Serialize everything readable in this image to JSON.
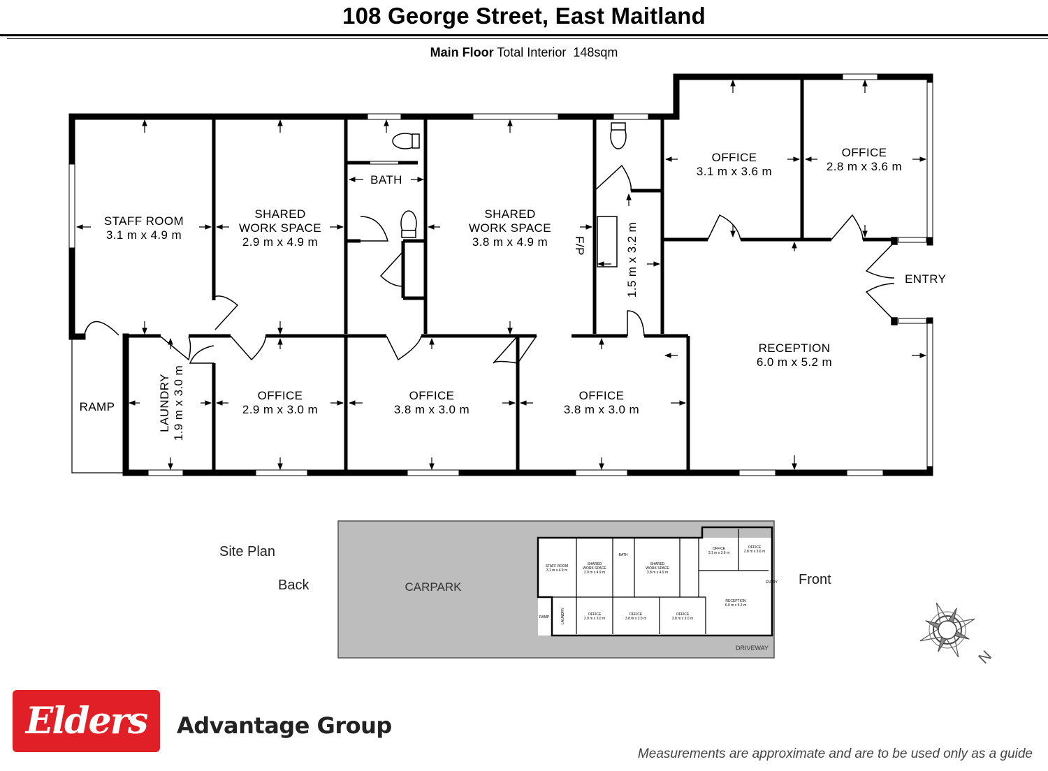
{
  "header": {
    "title": "108 George Street, East Maitland",
    "floor_label": "Main Floor",
    "interior_label": "Total Interior",
    "area": "148sqm"
  },
  "rooms": {
    "staff_room": {
      "name": "STAFF ROOM",
      "size": "3.1 m x 4.9 m"
    },
    "shared_work_1": {
      "name1": "SHARED",
      "name2": "WORK SPACE",
      "size": "2.9 m x 4.9 m"
    },
    "bath": {
      "name": "BATH"
    },
    "shared_work_2": {
      "name1": "SHARED",
      "name2": "WORK SPACE",
      "size": "3.8 m x 4.9 m"
    },
    "fp": {
      "name": "F/P"
    },
    "hall": {
      "size": "1.5 m x 3.2 m"
    },
    "office_top_1": {
      "name": "OFFICE",
      "size": "3.1 m x 3.6 m"
    },
    "office_top_2": {
      "name": "OFFICE",
      "size": "2.8 m x 3.6 m"
    },
    "entry": {
      "name": "ENTRY"
    },
    "reception": {
      "name": "RECEPTION",
      "size": "6.0 m x 5.2 m"
    },
    "laundry": {
      "name": "LAUNDRY",
      "size": "1.9 m x 3.0 m"
    },
    "office_bottom_1": {
      "name": "OFFICE",
      "size": "2.9 m x 3.0 m"
    },
    "office_bottom_2": {
      "name": "OFFICE",
      "size": "3.8 m x 3.0 m"
    },
    "office_bottom_3": {
      "name": "OFFICE",
      "size": "3.8 m x 3.0 m"
    },
    "ramp": {
      "name": "RAMP"
    }
  },
  "site_plan": {
    "title": "Site Plan",
    "back": "Back",
    "front": "Front",
    "carpark": "CARPARK",
    "driveway": "DRIVEWAY",
    "compass_letter": "N"
  },
  "footer": {
    "logo": "Elders",
    "group": "Advantage Group",
    "disclaimer": "Measurements are approximate and are to be used only as a guide"
  },
  "colors": {
    "brand_red": "#e01f26",
    "wall": "#000000",
    "site_gray": "#bdbdbd"
  }
}
